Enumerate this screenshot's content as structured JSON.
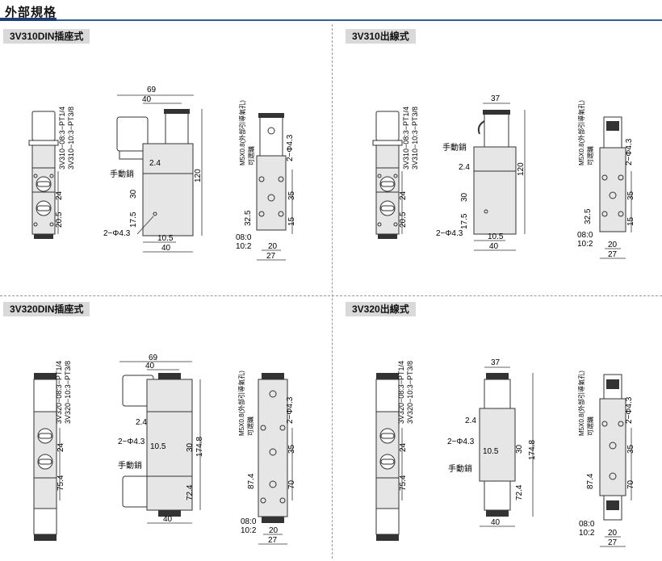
{
  "header": {
    "title": "外部規格"
  },
  "sections": {
    "s1": {
      "label": "3V310DIN插座式",
      "port1": "3V310−08:3−PT1/4",
      "port2": "3V310−10:3−PT3/8"
    },
    "s2": {
      "label": "3V310出線式",
      "port1": "3V310−08:3−PT1/4",
      "port2": "3V310−10:3−PT3/8"
    },
    "s3": {
      "label": "3V320DIN插座式",
      "port1": "3V320−08:3−PT1/4",
      "port2": "3V320−10:3−PT3/8"
    },
    "s4": {
      "label": "3V320出線式",
      "port1": "3V320−08:3−PT1/4",
      "port2": "3V320−10:3−PT3/8"
    }
  },
  "common": {
    "manual": "手動銷",
    "hole": "2−Φ4.3",
    "exhaust1": "M5X0.8(外部引導氣孔)",
    "exhaust2": "可選購",
    "port_a": "08:0",
    "port_b": "10:2"
  },
  "dims": {
    "d69": "69",
    "d40": "40",
    "d37": "37",
    "d120": "120",
    "d30": "30",
    "d24": "24",
    "d20_5": "20.5",
    "d2_4": "2.4",
    "d17_5": "17.5",
    "d10_5": "10.5",
    "d35": "35",
    "d32_5": "32.5",
    "d15": "15",
    "d20": "20",
    "d27": "27",
    "d174_8": "174.8",
    "d72_4": "72.4",
    "d75_4": "75.4",
    "d87_4": "87.4",
    "d70": "70"
  },
  "colors": {
    "accent": "#2b5fa6",
    "label_bg": "#d9d9d9",
    "body_fill": "#e6e6e6",
    "dark": "#333333"
  }
}
